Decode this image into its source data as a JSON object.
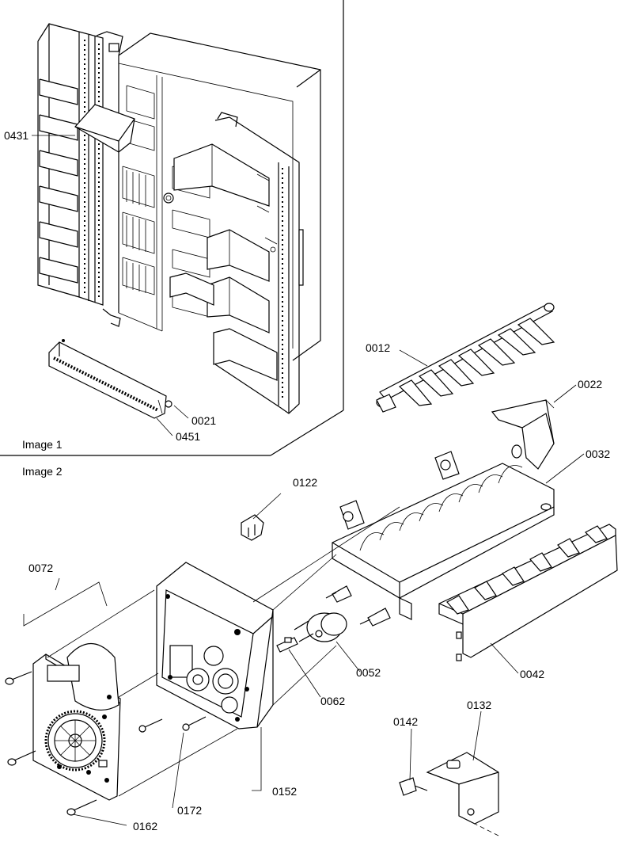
{
  "sections": {
    "image1_label": "Image 1",
    "image2_label": "Image 2"
  },
  "callouts": {
    "c0431": "0431",
    "c0021": "0021",
    "c0451": "0451",
    "c0012": "0012",
    "c0022": "0022",
    "c0032": "0032",
    "c0122": "0122",
    "c0072": "0072",
    "c0052": "0052",
    "c0062": "0062",
    "c0042": "0042",
    "c0142": "0142",
    "c0132": "0132",
    "c0152": "0152",
    "c0172": "0172",
    "c0162": "0162"
  }
}
